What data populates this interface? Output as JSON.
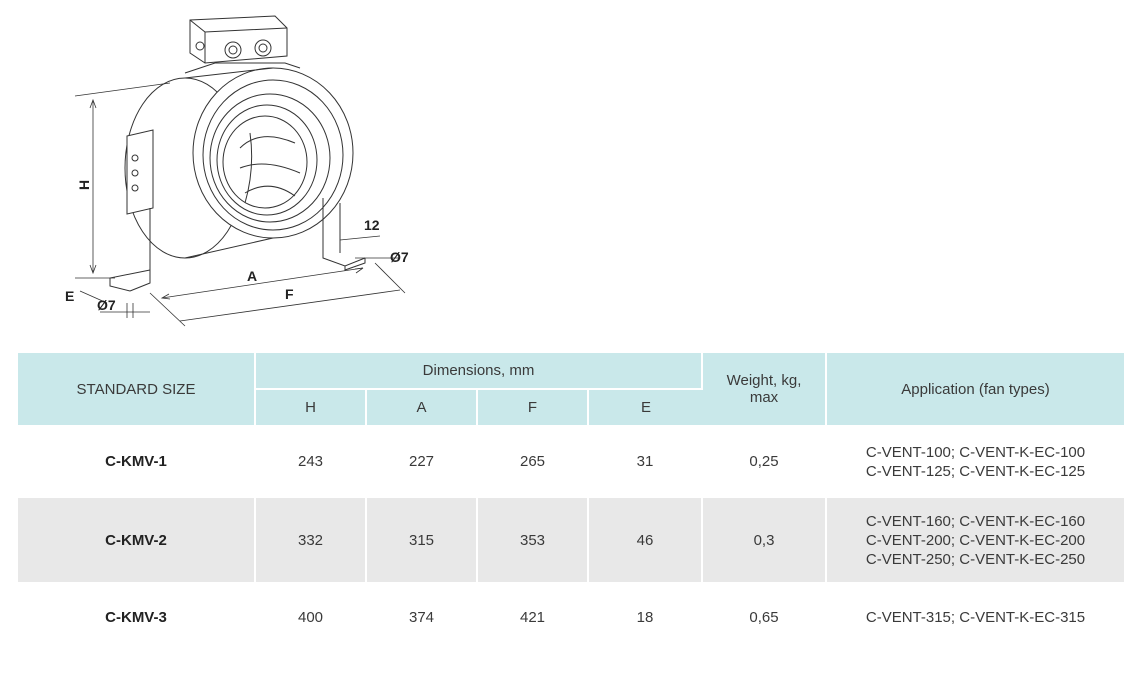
{
  "drawing": {
    "labels": {
      "h": "H",
      "a": "A",
      "f": "F",
      "e": "E",
      "dia_left": "Ø7",
      "dia_right": "Ø7",
      "slot": "12"
    }
  },
  "table": {
    "headers": {
      "standard_size": "STANDARD SIZE",
      "dimensions": "Dimensions, mm",
      "h": "H",
      "a": "A",
      "f": "F",
      "e": "E",
      "weight": "Weight, kg, max",
      "application": "Application (fan types)"
    },
    "rows": [
      {
        "size": "C-KMV-1",
        "h": "243",
        "a": "227",
        "f": "265",
        "e": "31",
        "weight": "0,25",
        "apps": [
          "C-VENT-100; C-VENT-K-EC-100",
          "C-VENT-125; C-VENT-K-EC-125"
        ]
      },
      {
        "size": "C-KMV-2",
        "h": "332",
        "a": "315",
        "f": "353",
        "e": "46",
        "weight": "0,3",
        "apps": [
          "C-VENT-160; C-VENT-K-EC-160",
          "C-VENT-200; C-VENT-K-EC-200",
          "C-VENT-250; C-VENT-K-EC-250"
        ]
      },
      {
        "size": "C-KMV-3",
        "h": "400",
        "a": "374",
        "f": "421",
        "e": "18",
        "weight": "0,65",
        "apps": [
          "C-VENT-315; C-VENT-K-EC-315"
        ]
      }
    ]
  }
}
